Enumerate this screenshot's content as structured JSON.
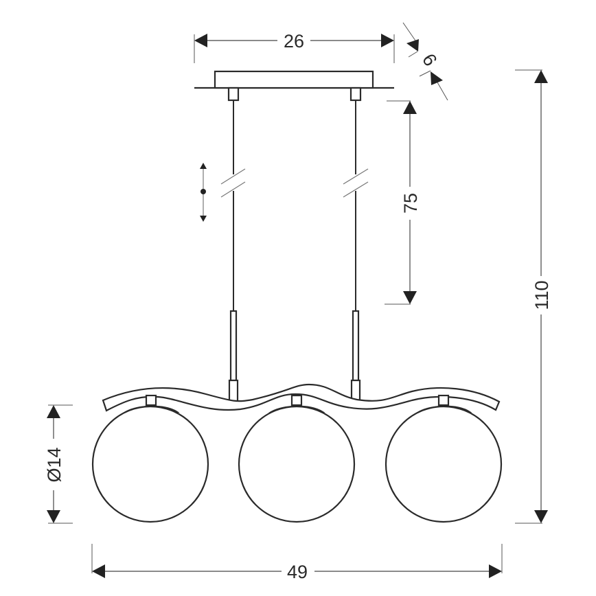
{
  "title": "Pendant lamp dimension drawing",
  "product": {
    "type": "3-globe pendant lamp",
    "globe_count": 3,
    "suspension_count": 2
  },
  "dimensions": {
    "canopy_length": "26",
    "canopy_depth": "6",
    "cable_length": "75",
    "total_height": "110",
    "globe_diameter": "Ø14",
    "total_width": "49"
  },
  "annotations": {
    "adjustable_height_icon": "up-down-adjust-icon"
  },
  "colors": {
    "line": "#2a2a2a",
    "background": "#ffffff"
  }
}
